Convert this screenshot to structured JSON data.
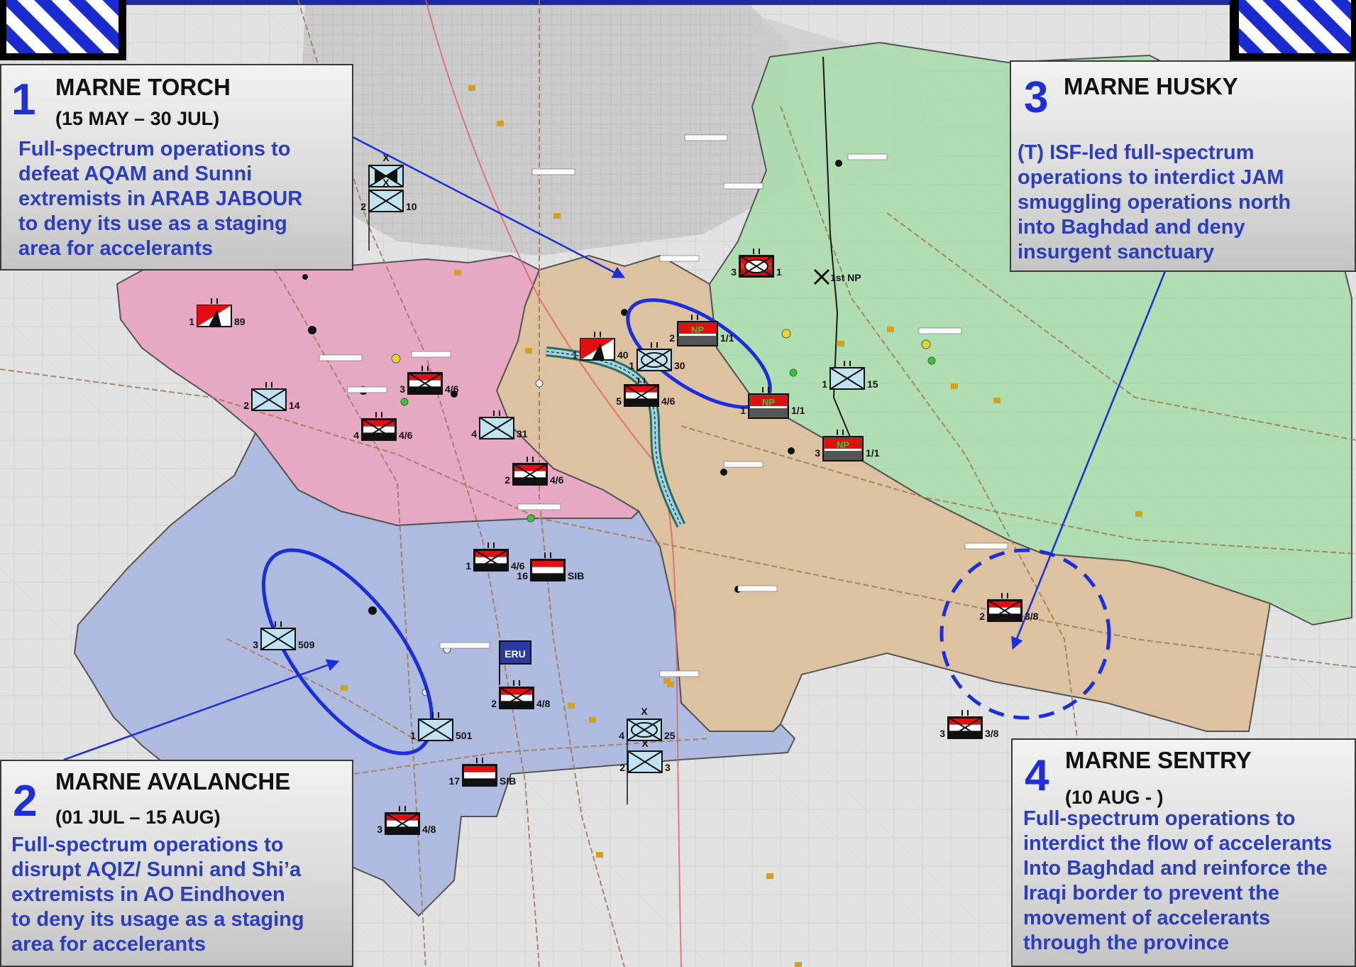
{
  "colors": {
    "accent_blue": "#1f2fd6",
    "desc_blue": "#2c3ec0",
    "zone_pink": "#e7a2bf",
    "zone_blue": "#a8b6de",
    "zone_tan": "#dcbf99",
    "zone_green": "#a9dcaa",
    "arrow_blue": "#1a2ee0"
  },
  "boxes": [
    {
      "number": "1",
      "title": "MARNE TORCH",
      "dates": "(15 MAY – 30 JUL)",
      "desc": [
        "Full-spectrum operations to",
        "defeat AQAM and Sunni",
        "extremists in ARAB JABOUR",
        "to deny its use as a staging",
        "area for accelerants"
      ]
    },
    {
      "number": "2",
      "title": "MARNE AVALANCHE",
      "dates": "(01 JUL – 15 AUG)",
      "desc": [
        "Full-spectrum operations to",
        "disrupt AQIZ/ Sunni and Shi’a",
        "extremists in AO Eindhoven",
        "to deny its usage as a staging",
        "area for accelerants"
      ]
    },
    {
      "number": "3",
      "title": "MARNE HUSKY",
      "dates": "",
      "desc": [
        "(T) ISF-led full-spectrum",
        "operations to interdict JAM",
        "smuggling operations north",
        "into Baghdad and deny",
        "insurgent sanctuary"
      ]
    },
    {
      "number": "4",
      "title": "MARNE SENTRY",
      "dates": "(10 AUG - )",
      "desc": [
        "Full-spectrum operations to",
        "interdict the flow of accelerants",
        "Into Baghdad and reinforce the",
        "Iraqi border to prevent the",
        "movement of accelerants",
        "through the province"
      ]
    }
  ],
  "units": [
    {
      "kind": "us-mech-inf",
      "left": "",
      "right": "",
      "top": "X"
    },
    {
      "kind": "us-inf",
      "left": "2",
      "right": "10",
      "top": "X"
    },
    {
      "kind": "iraq-armor",
      "left": "1",
      "right": "89",
      "top": ""
    },
    {
      "kind": "iraq-inf",
      "left": "3",
      "right": "4/6",
      "top": ""
    },
    {
      "kind": "us-inf",
      "left": "2",
      "right": "14",
      "top": ""
    },
    {
      "kind": "iraq-inf",
      "left": "4",
      "right": "4/6",
      "top": ""
    },
    {
      "kind": "us-inf",
      "left": "4",
      "right": "31",
      "top": ""
    },
    {
      "kind": "iraq-inf",
      "left": "2",
      "right": "4/6",
      "top": ""
    },
    {
      "kind": "iraq-inf",
      "left": "1",
      "right": "4/6",
      "top": ""
    },
    {
      "kind": "iraq-flag",
      "left": "16",
      "right": "SIB",
      "top": ""
    },
    {
      "kind": "iraq-armor",
      "left": "1",
      "right": "40",
      "top": ""
    },
    {
      "kind": "us-recon",
      "left": "1",
      "right": "30",
      "top": ""
    },
    {
      "kind": "iraq-inf",
      "left": "5",
      "right": "4/6",
      "top": ""
    },
    {
      "kind": "np",
      "left": "2",
      "right": "1/1",
      "top": ""
    },
    {
      "kind": "np",
      "left": "1",
      "right": "1/1",
      "top": ""
    },
    {
      "kind": "np",
      "left": "3",
      "right": "1/1",
      "top": ""
    },
    {
      "kind": "iraq-mech",
      "left": "3",
      "right": "1",
      "top": ""
    },
    {
      "kind": "us-inf",
      "left": "1",
      "right": "15",
      "top": ""
    },
    {
      "kind": "us-inf",
      "left": "3",
      "right": "509",
      "top": ""
    },
    {
      "kind": "us-inf",
      "left": "1",
      "right": "501",
      "top": ""
    },
    {
      "kind": "iraq-inf",
      "left": "2",
      "right": "4/8",
      "top": ""
    },
    {
      "kind": "iraq-flag",
      "left": "17",
      "right": "SIB",
      "top": ""
    },
    {
      "kind": "iraq-inf",
      "left": "3",
      "right": "4/8",
      "top": ""
    },
    {
      "kind": "us-recon",
      "left": "4",
      "right": "25",
      "top": "X"
    },
    {
      "kind": "us-inf",
      "left": "2",
      "right": "3",
      "top": "X"
    },
    {
      "kind": "iraq-inf",
      "left": "2",
      "right": "3/8",
      "top": ""
    },
    {
      "kind": "iraq-inf",
      "left": "3",
      "right": "3/8",
      "top": ""
    }
  ],
  "eru_label": "ERU",
  "np_hq_label": "1st NP",
  "np_label": "NP",
  "icons": [
    "division-patch-icon-left",
    "division-patch-icon-right"
  ]
}
